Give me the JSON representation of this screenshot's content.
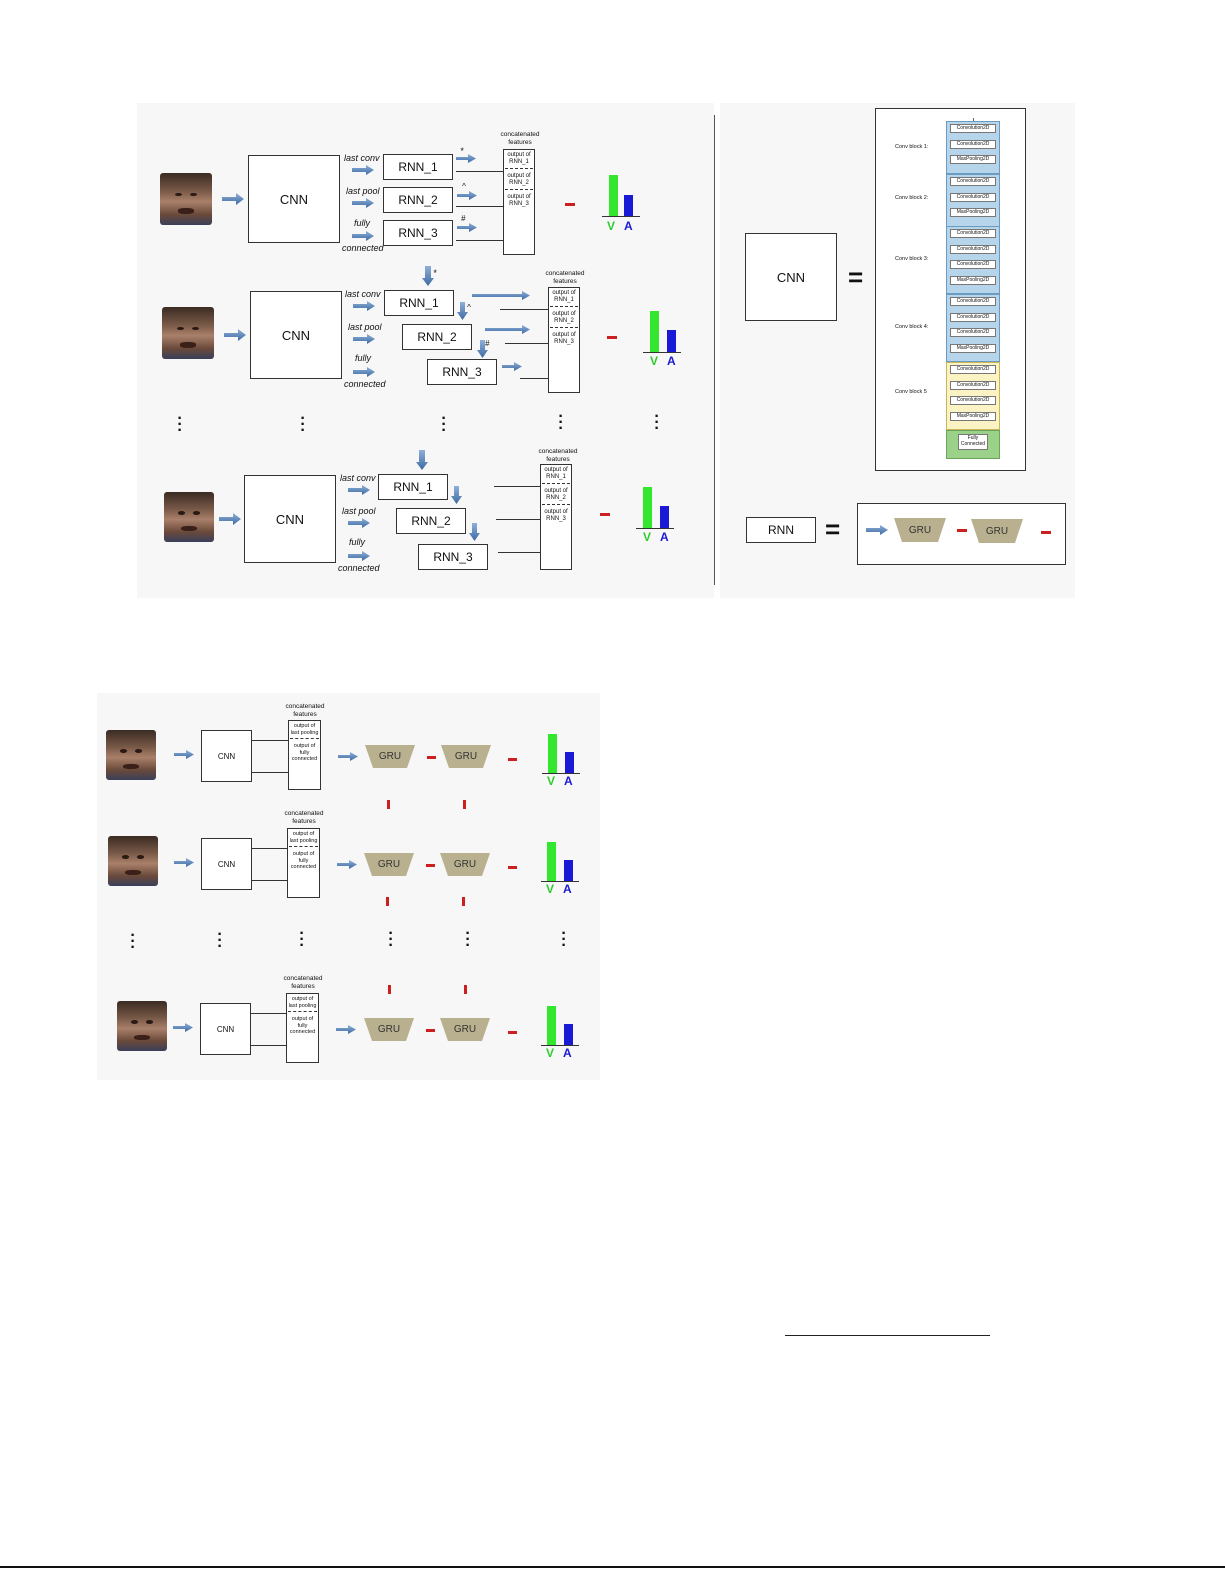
{
  "labels": {
    "cnn": "CNN",
    "rnn1": "RNN_1",
    "rnn2": "RNN_2",
    "rnn3": "RNN_3",
    "rnn": "RNN",
    "gru": "GRU",
    "last_conv": "last conv",
    "last_pool": "last pool",
    "fully": "fully",
    "connected": "connected",
    "concat_title": "concatenated features",
    "output_of_rnn1": "output of RNN_1",
    "output_of_rnn2": "output of RNN_2",
    "output_of_rnn3": "output of RNN_3",
    "output_of_last_pooling": "output of last pooling",
    "output_of_fully_connected": "output of fully connected",
    "v": "V",
    "a": "A",
    "star": "*",
    "caret": "^",
    "hash": "#",
    "equals": "="
  },
  "cnn_architecture": {
    "blocks": [
      {
        "name": "Conv block 1:",
        "layers": [
          "Convolution2D",
          "Convolution2D",
          "MaxPooling2D"
        ]
      },
      {
        "name": "Conv block 2:",
        "layers": [
          "Convolution2D",
          "Convolution2D",
          "MaxPooling2D"
        ]
      },
      {
        "name": "Conv block 3:",
        "layers": [
          "Convolution2D",
          "Convolution2D",
          "Convolution2D",
          "MaxPooling2D"
        ]
      },
      {
        "name": "Conv block 4:",
        "layers": [
          "Convolution2D",
          "Convolution2D",
          "Convolution2D",
          "MaxPooling2D"
        ]
      },
      {
        "name": "Conv block 5",
        "layers": [
          "Convolution2D",
          "Convolution2D",
          "Convolution2D",
          "MaxPooling2D"
        ]
      }
    ],
    "final_layer": "Fully Connected"
  },
  "colors": {
    "valence_bar": "#33e62e",
    "arousal_bar": "#1a1ad6",
    "v_text": "#2ecc2e",
    "a_text": "#1a1ad6",
    "gru_fill": "#b8b08e",
    "blue_arrow": "#4a7ab5",
    "red_arrow": "#cc1f1f",
    "block_blue": "#b7d5ea",
    "block_yellow": "#fbf3c4",
    "block_green": "#9cd18a"
  }
}
